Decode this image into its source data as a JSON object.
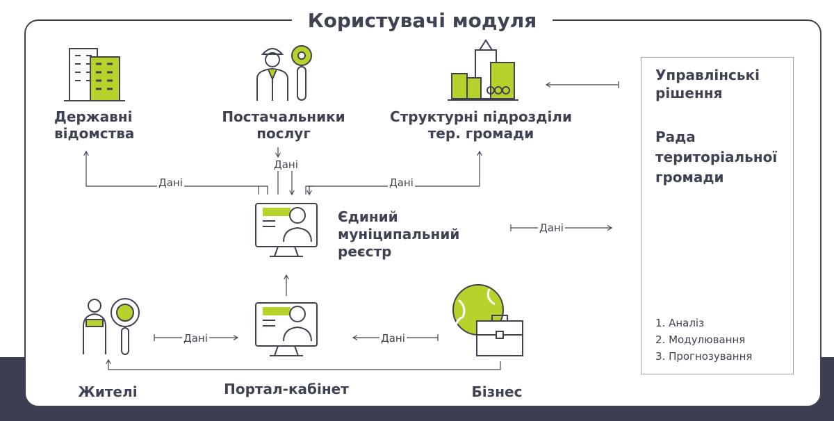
{
  "title": "Користувачі модуля",
  "nodes": {
    "gov": "Державні\nвідомства",
    "providers": "Постачальники\nпослуг",
    "units": "Структурні підрозділи\nтер. громади",
    "registry": "Єдиний\nмуніципальний\nреєстр",
    "residents": "Жителі",
    "portal": "Портал-кабінет",
    "business": "Бізнес"
  },
  "edge_label": "Дані",
  "panel": {
    "decisions": "Управлінські\nрішення",
    "council": "Рада\nтериторіальної\nгромади",
    "steps": [
      "1. Аналіз",
      "2. Модулювання",
      "3. Прогнозування"
    ]
  },
  "colors": {
    "accent": "#b8d22c",
    "ink": "#3f4252",
    "band": "#3c3f52"
  }
}
